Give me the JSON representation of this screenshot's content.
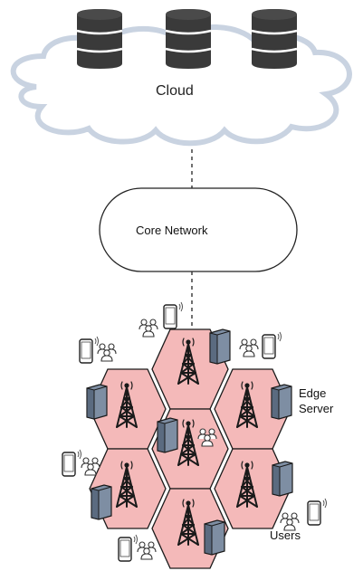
{
  "cloud": {
    "label": "Cloud",
    "fill": "#ffffff",
    "outline": "#c9d3e1"
  },
  "core_network": {
    "label": "Core Network"
  },
  "edge_server": {
    "label_line1": "Edge",
    "label_line2": "Server"
  },
  "users": {
    "label": "Users"
  },
  "colors": {
    "cell_fill": "#f4b9b9",
    "cell_stroke": "#1a1a1a",
    "database": "#3a3a3a",
    "server_body": "#6d7e95",
    "tower": "#1a1a1a",
    "connector": "#333333"
  },
  "icons": [
    "database-icon",
    "cell-tower-icon",
    "edge-server-icon",
    "smartphone-icon",
    "user-group-icon"
  ]
}
